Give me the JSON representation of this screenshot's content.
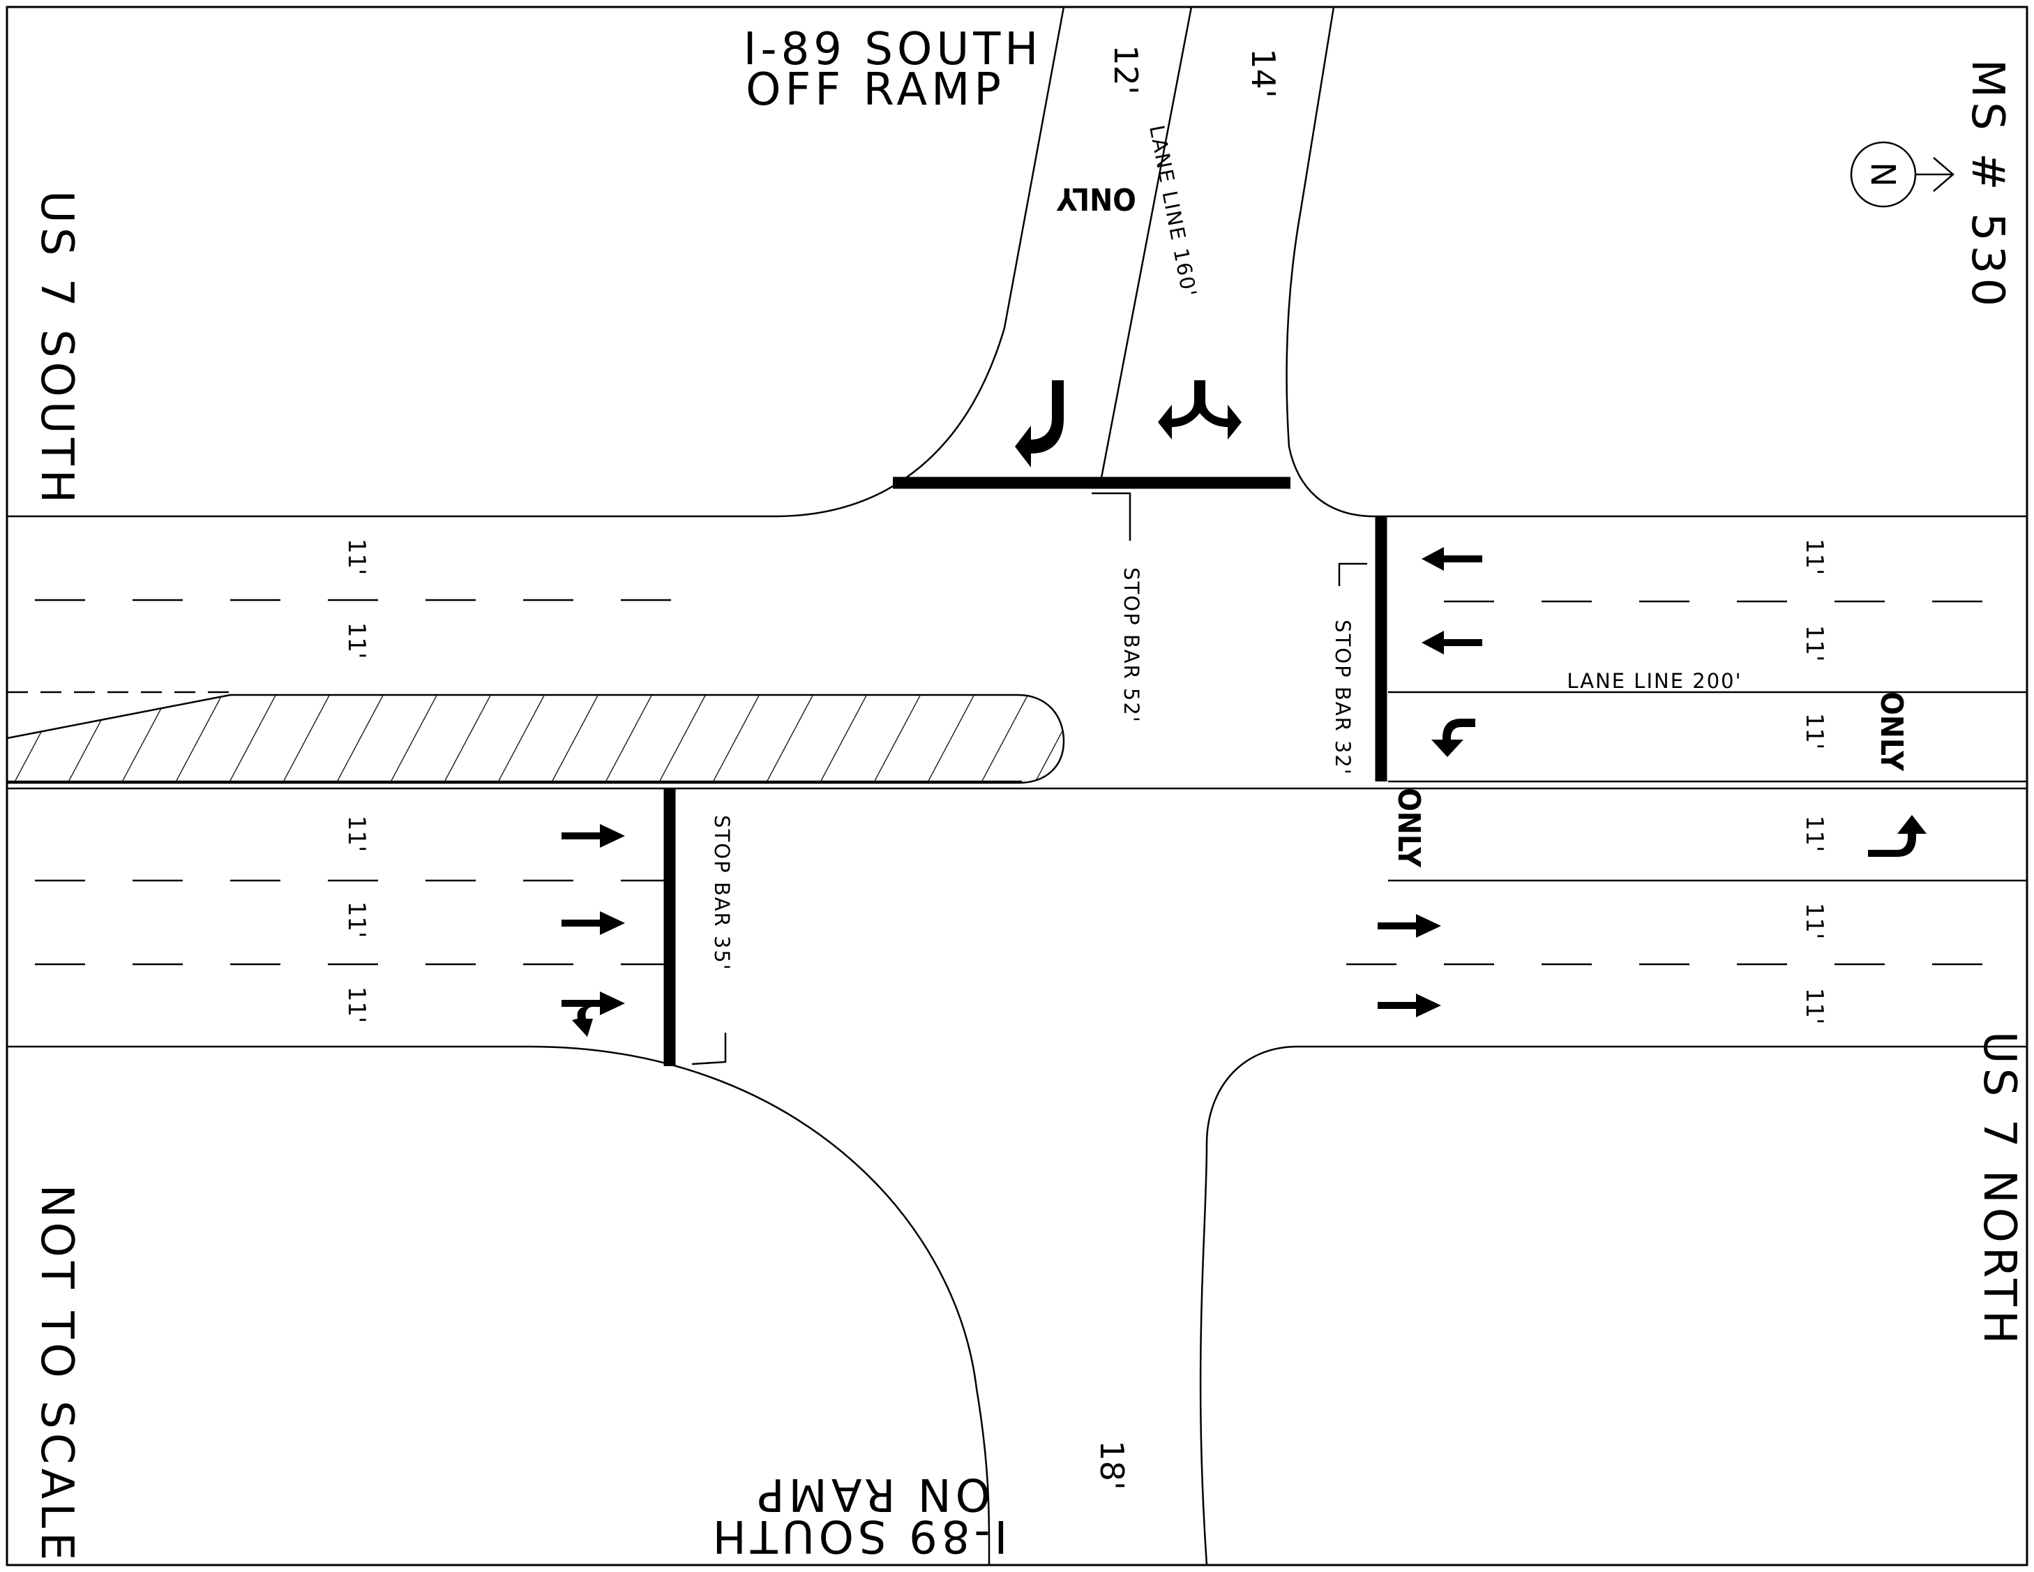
{
  "labels": {
    "i89_off_ramp_line1": "I-89 SOUTH",
    "i89_off_ramp_line2": "OFF RAMP",
    "i89_on_ramp_line1": "I-89 SOUTH",
    "i89_on_ramp_line2": "ON RAMP",
    "us7_south": "US 7 SOUTH",
    "us7_north": "US 7 NORTH",
    "ms_number": "MS # 530",
    "not_to_scale": "NOT TO SCALE",
    "north_letter": "N"
  },
  "lane_widths": {
    "ramp_left": "12'",
    "ramp_right": "14'",
    "on_ramp": "18'",
    "lane_11": "11'"
  },
  "lane_lines": {
    "ramp": "LANE LINE 160'",
    "east": "LANE LINE 200'"
  },
  "stop_bars": {
    "north": "STOP BAR 52'",
    "east": "STOP BAR 32'",
    "west": "STOP BAR 35'"
  },
  "pavement_marking": "ONLY"
}
